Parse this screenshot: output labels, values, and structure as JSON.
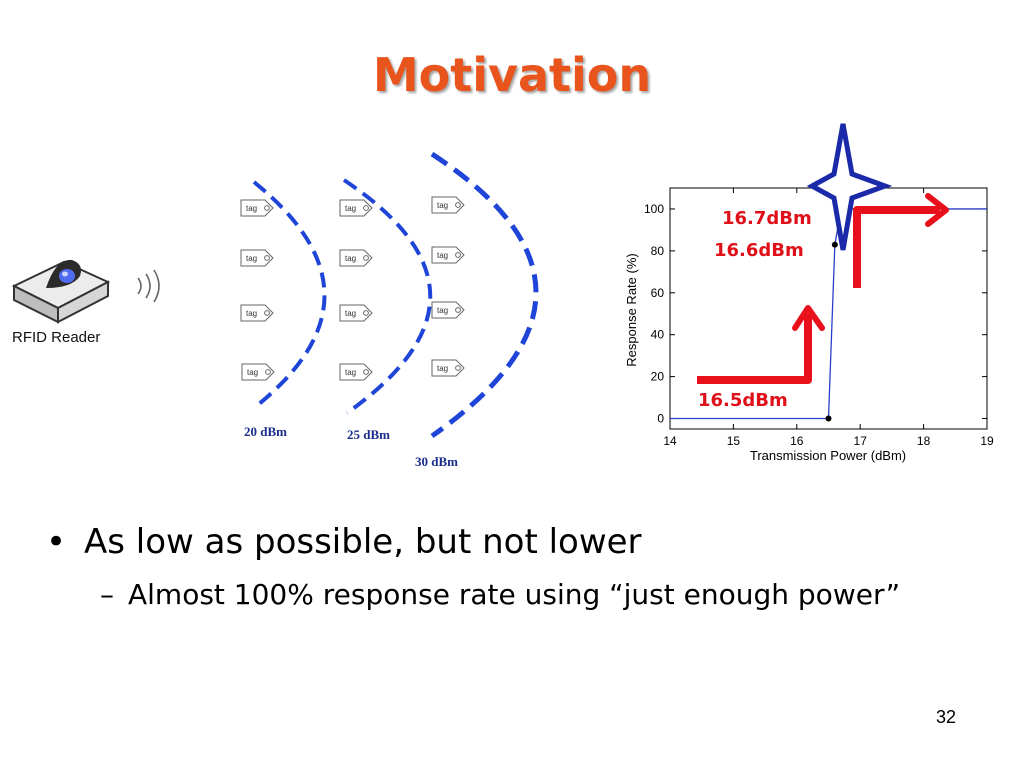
{
  "slide": {
    "title": "Motivation",
    "bullet_1": "As low as possible, but not lower",
    "bullet_2": "Almost 100% response rate using “just enough power”",
    "bullet_marker": "•",
    "sub_marker": "–",
    "page_number": "32"
  },
  "diagram": {
    "reader_label": "RFID Reader",
    "tag_label": "tag",
    "power_levels": [
      "20 dBm",
      "25 dBm",
      "30 dBm"
    ],
    "wave_color": "#1f45d8",
    "reader_icon": "rfid-reader-icon"
  },
  "chart_data": {
    "type": "line",
    "xlabel": "Transmission Power (dBm)",
    "ylabel": "Response Rate (%)",
    "xlim": [
      14,
      19
    ],
    "ylim": [
      -5,
      110
    ],
    "xticks": [
      14,
      15,
      16,
      17,
      18,
      19
    ],
    "yticks": [
      0,
      20,
      40,
      60,
      80,
      100
    ],
    "series": [
      {
        "x": [
          14,
          16.5,
          16.6,
          16.7,
          19
        ],
        "y": [
          0,
          0,
          83,
          100,
          100
        ]
      }
    ],
    "markers": [
      {
        "x": 16.5,
        "y": 0
      },
      {
        "x": 16.6,
        "y": 83
      },
      {
        "x": 16.7,
        "y": 100
      }
    ],
    "annotations": [
      "16.7dBm",
      "16.6dBm",
      "16.5dBm"
    ],
    "line_color": "#2a3fc8",
    "arrow_color": "#e8101a",
    "star_color": "#1a2aa8"
  }
}
